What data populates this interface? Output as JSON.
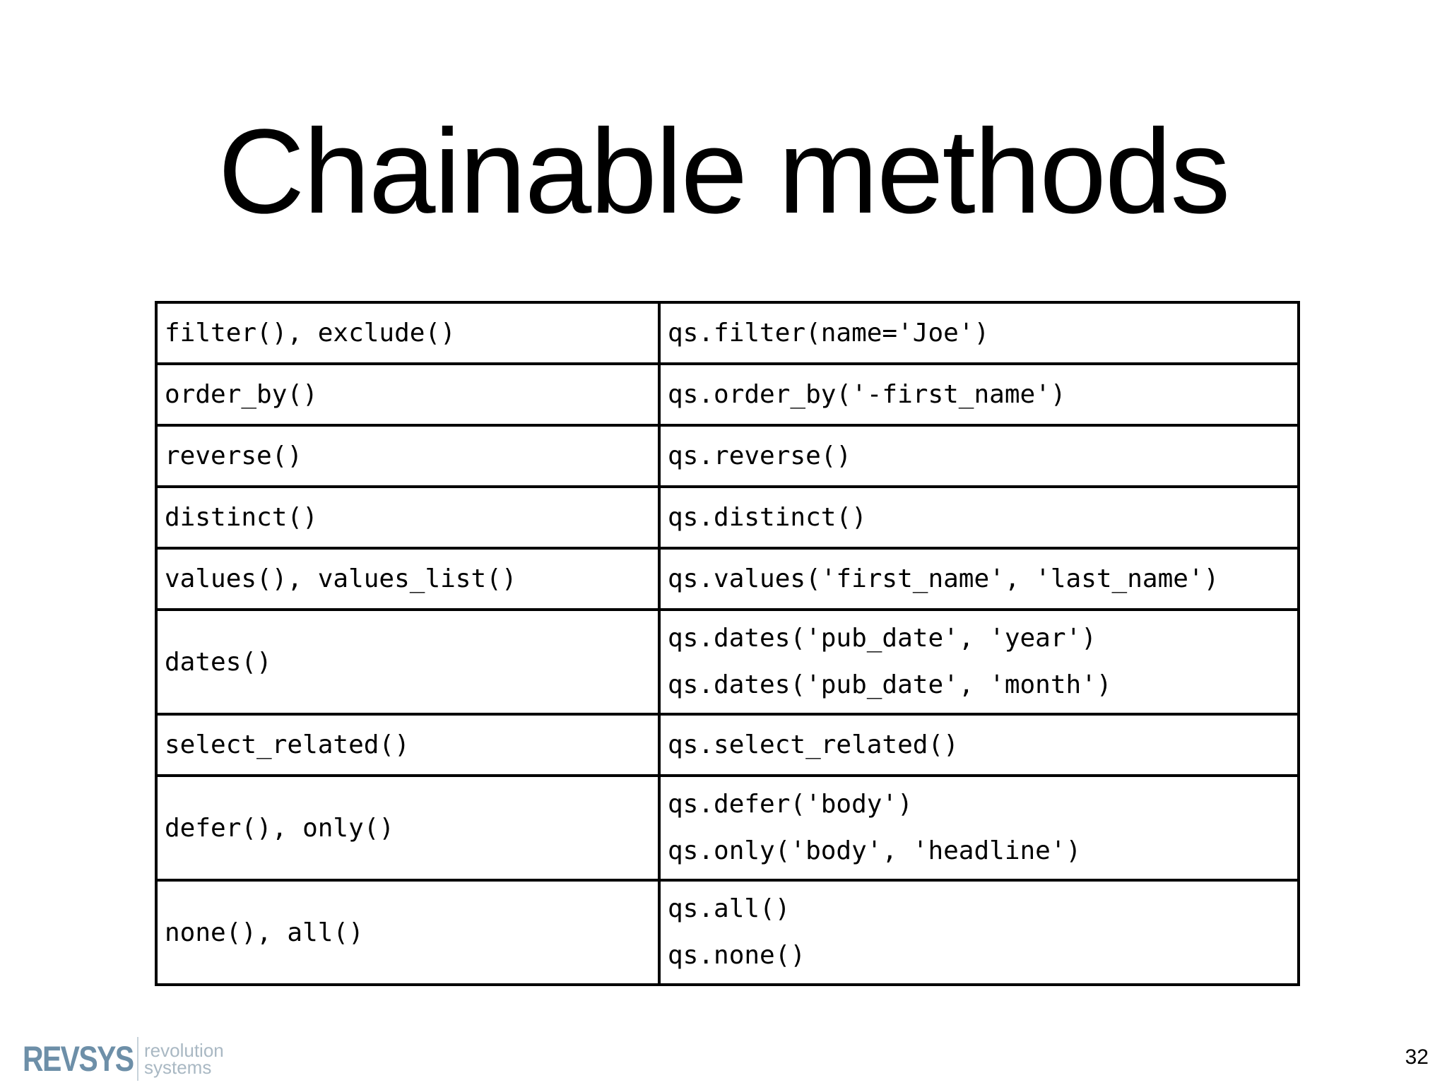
{
  "slide": {
    "title": "Chainable methods",
    "page_number": "32"
  },
  "logo": {
    "mark": "REVSYS",
    "tagline_line1": "revolution",
    "tagline_line2": "systems"
  },
  "table": {
    "rows": [
      {
        "method": "filter(), exclude()",
        "examples": [
          "qs.filter(name='Joe')"
        ]
      },
      {
        "method": "order_by()",
        "examples": [
          "qs.order_by('-first_name')"
        ]
      },
      {
        "method": "reverse()",
        "examples": [
          "qs.reverse()"
        ]
      },
      {
        "method": "distinct()",
        "examples": [
          "qs.distinct()"
        ]
      },
      {
        "method": "values(), values_list()",
        "examples": [
          "qs.values('first_name', 'last_name')"
        ]
      },
      {
        "method": "dates()",
        "examples": [
          "qs.dates('pub_date', 'year')",
          "qs.dates('pub_date', 'month')"
        ]
      },
      {
        "method": "select_related()",
        "examples": [
          "qs.select_related()"
        ]
      },
      {
        "method": "defer(), only()",
        "examples": [
          "qs.defer('body')",
          "qs.only('body', 'headline')"
        ]
      },
      {
        "method": "none(), all()",
        "examples": [
          "qs.all()",
          "qs.none()"
        ]
      }
    ]
  }
}
